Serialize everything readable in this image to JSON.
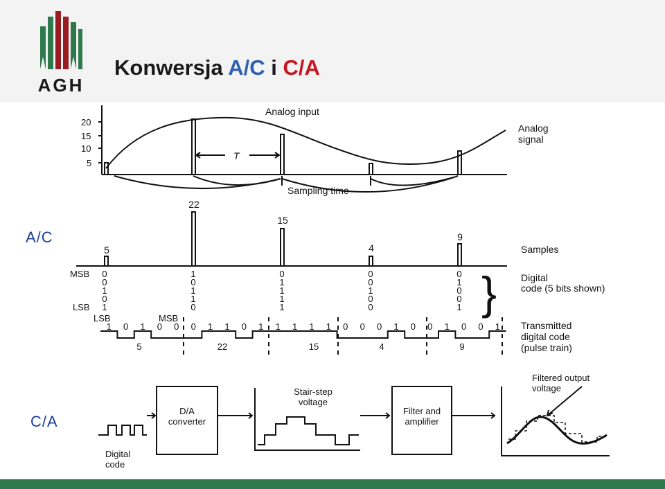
{
  "header": {
    "logo_text": "AGH",
    "title_prefix": "Konwersja ",
    "title_ac": "A/C",
    "title_mid": " i ",
    "title_ca": "C/A"
  },
  "side_labels": {
    "ac": "A/C",
    "ca": "C/A"
  },
  "ac_figure": {
    "analog_input": "Analog input",
    "analog_signal_1": "Analog",
    "analog_signal_2": "signal",
    "period": "T",
    "sampling_time": "Sampling time",
    "y_ticks": [
      "20",
      "15",
      "10",
      "5"
    ],
    "samples_label": "Samples",
    "samples": [
      "5",
      "22",
      "15",
      "4",
      "9"
    ],
    "msb": "MSB",
    "lsb": "LSB",
    "digital_code_1": "Digital",
    "digital_code_2": "code (5 bits shown)",
    "bits": [
      [
        "0",
        "0",
        "1",
        "0",
        "1"
      ],
      [
        "1",
        "0",
        "1",
        "1",
        "0"
      ],
      [
        "0",
        "1",
        "1",
        "1",
        "1"
      ],
      [
        "0",
        "0",
        "1",
        "0",
        "0"
      ],
      [
        "0",
        "1",
        "0",
        "0",
        "1"
      ]
    ],
    "lsb_tag": "LSB",
    "msb_tag": "MSB",
    "train_bits": [
      "1",
      "0",
      "1",
      "0",
      "0",
      "0",
      "1",
      "1",
      "0",
      "1",
      "1",
      "1",
      "1",
      "1",
      "0",
      "0",
      "0",
      "1",
      "0",
      "0",
      "1",
      "0",
      "0",
      "1"
    ],
    "train_values": [
      "5",
      "22",
      "15",
      "4",
      "9"
    ],
    "transmitted_1": "Transmitted",
    "transmitted_2": "digital code",
    "transmitted_3": "(pulse train)"
  },
  "ca_figure": {
    "digital_1": "Digital",
    "digital_2": "code",
    "da_1": "D/A",
    "da_2": "converter",
    "stair_1": "Stair-step",
    "stair_2": "voltage",
    "filter_1": "Filter and",
    "filter_2": "amplifier",
    "filtered_1": "Filtered output",
    "filtered_2": "voltage"
  },
  "colors": {
    "header_bg": "#f3f3f3",
    "accent_blue": "#2e5fb0",
    "accent_red": "#c8141e",
    "footer": "#2f7a4c"
  }
}
